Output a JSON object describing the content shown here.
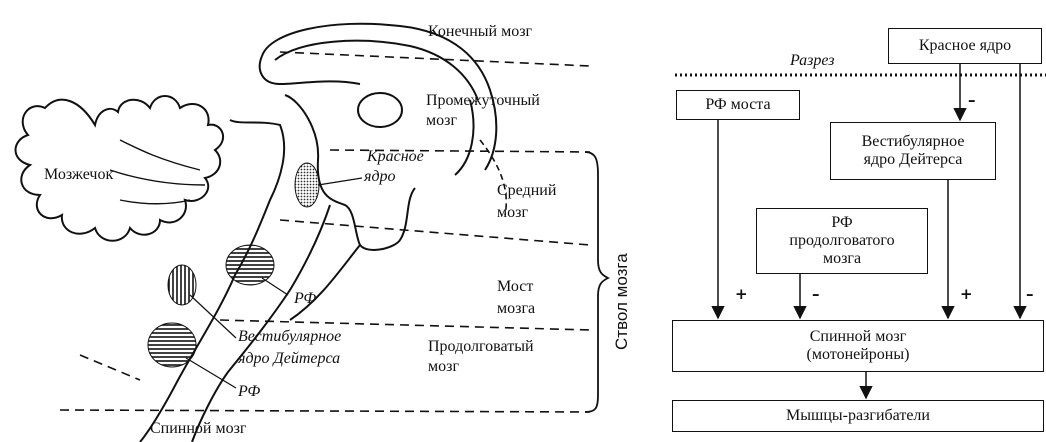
{
  "left_diagram": {
    "regions": {
      "telencephalon": "Конечный мозг",
      "diencephalon_1": "Промежуточный",
      "diencephalon_2": "мозг",
      "midbrain_1": "Средний",
      "midbrain_2": "мозг",
      "pons_1": "Мост",
      "pons_2": "мозга",
      "medulla_1": "Продолговатый",
      "medulla_2": "мозг",
      "spinal": "Спинной мозг",
      "brainstem": "Ствол мозга"
    },
    "structures": {
      "cerebellum": "Мозжечок",
      "red_nucleus_1": "Красное",
      "red_nucleus_2": "ядро",
      "rf_upper": "РФ",
      "vestibular_1": "Вестибулярное",
      "vestibular_2": "ядро Дейтерса",
      "rf_lower": "РФ"
    }
  },
  "right_diagram": {
    "cut_label": "Разрез",
    "boxes": {
      "red_nucleus": "Красное ядро",
      "rf_pons": "РФ моста",
      "vestibular_1": "Вестибулярное",
      "vestibular_2": "ядро Дейтерса",
      "rf_medulla_1": "РФ",
      "rf_medulla_2": "продолговатого",
      "rf_medulla_3": "мозга",
      "spinal_1": "Спинной мозг",
      "spinal_2": "(мотонейроны)",
      "muscles": "Мышцы-разгибатели"
    },
    "signs": {
      "red_to_vest": "–",
      "rf_pons": "+",
      "rf_medulla": "–",
      "vestibular": "+",
      "red_direct": "–"
    }
  }
}
